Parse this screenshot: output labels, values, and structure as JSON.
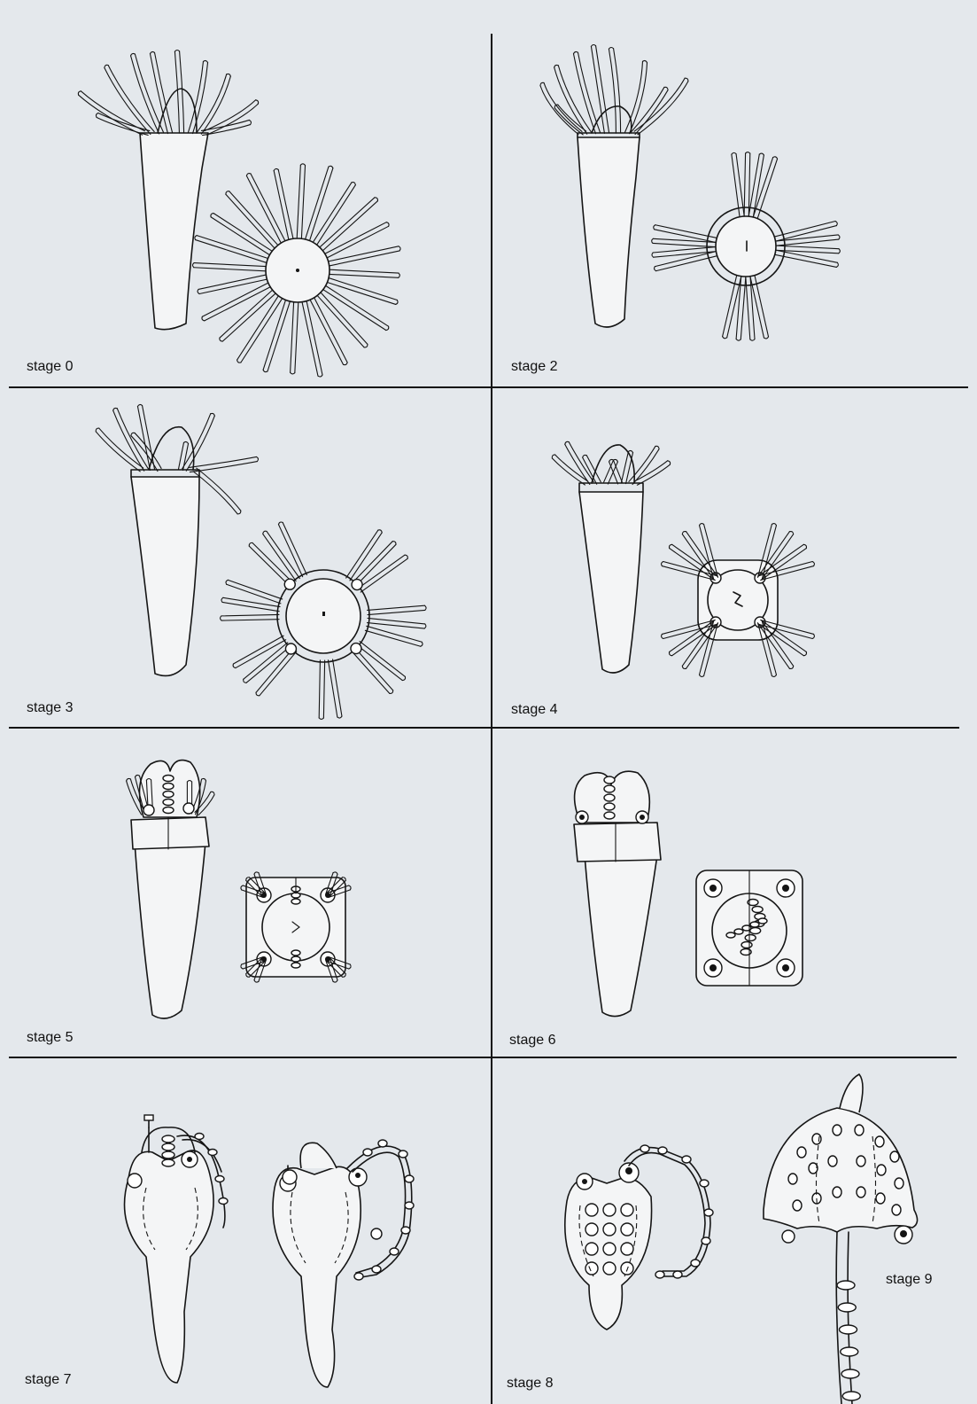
{
  "stages": [
    {
      "id": "stage0",
      "label": "stage 0"
    },
    {
      "id": "stage2",
      "label": "stage 2"
    },
    {
      "id": "stage3",
      "label": "stage 3"
    },
    {
      "id": "stage4",
      "label": "stage 4"
    },
    {
      "id": "stage5",
      "label": "stage 5"
    },
    {
      "id": "stage6",
      "label": "stage 6"
    },
    {
      "id": "stage7",
      "label": "stage 7"
    },
    {
      "id": "stage8",
      "label": "stage 8"
    },
    {
      "id": "stage9",
      "label": "stage 9"
    }
  ]
}
